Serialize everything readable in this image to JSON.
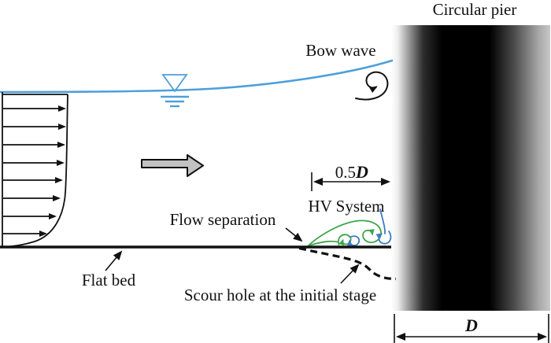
{
  "figure": {
    "labels": {
      "circular_pier": "Circular pier",
      "bow_wave": "Bow wave",
      "hv_system": "HV System",
      "flow_separation": "Flow separation",
      "flat_bed": "Flat bed",
      "scour_hole": "Scour hole at the initial stage"
    },
    "dimensions": {
      "pier_offset": {
        "prefix": "0.5",
        "symbol": "D"
      },
      "pier_diameter": {
        "symbol": "D"
      }
    },
    "colors": {
      "water": "#4E9FDA",
      "vortex_green": "#3BA64A",
      "vortex_blue": "#3C7CC4",
      "flow_arrow_fill": "#C2C2C2",
      "ink": "#111111"
    },
    "icons": {
      "water_level": "inverted-triangle-over-lines",
      "flow_direction": "right-block-arrow",
      "bow_wave_vortex": "spiral-curl",
      "hv_system_vortices": "horseshoe-vortex-spirals"
    }
  }
}
